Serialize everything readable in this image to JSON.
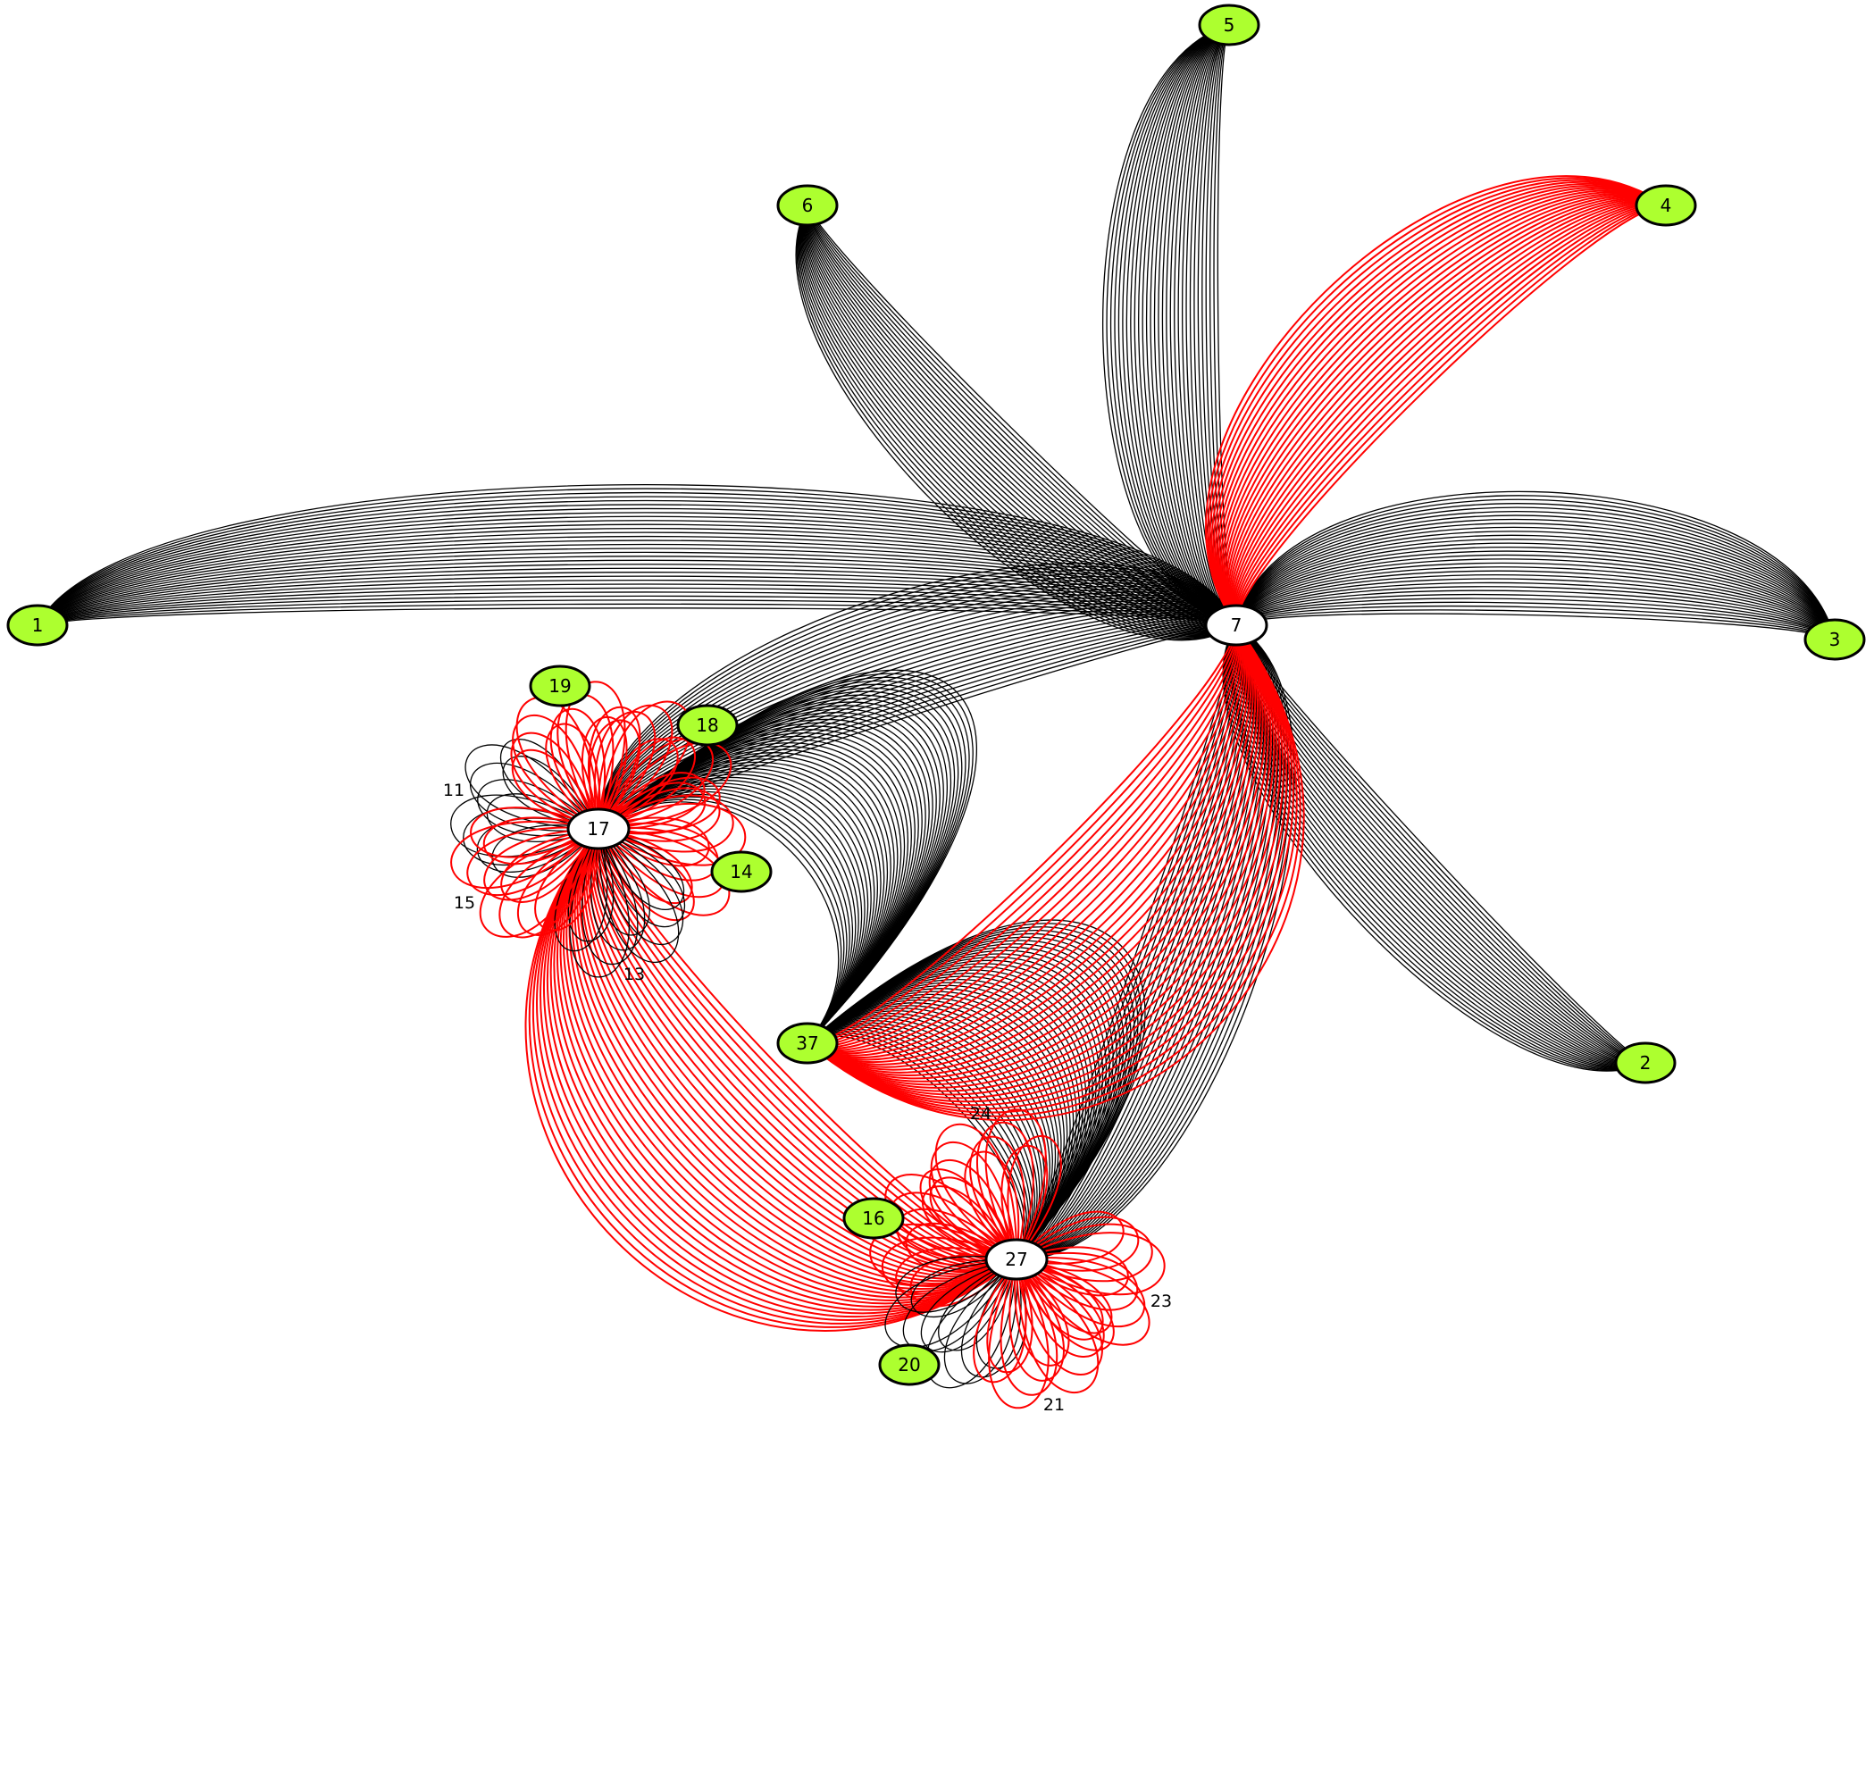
{
  "colors": {
    "node_fill_green": "#adff2f",
    "node_fill_white": "#ffffff",
    "node_stroke": "#000000",
    "edge_black": "#000000",
    "edge_red": "#ff0000"
  },
  "nodes": [
    {
      "id": "1",
      "label": "1",
      "style": "green"
    },
    {
      "id": "2",
      "label": "2",
      "style": "green"
    },
    {
      "id": "3",
      "label": "3",
      "style": "green"
    },
    {
      "id": "4",
      "label": "4",
      "style": "green"
    },
    {
      "id": "5",
      "label": "5",
      "style": "green"
    },
    {
      "id": "6",
      "label": "6",
      "style": "green"
    },
    {
      "id": "7",
      "label": "7",
      "style": "white"
    },
    {
      "id": "11",
      "label": "11",
      "style": "plain"
    },
    {
      "id": "13",
      "label": "13",
      "style": "plain"
    },
    {
      "id": "14",
      "label": "14",
      "style": "green"
    },
    {
      "id": "15",
      "label": "15",
      "style": "plain"
    },
    {
      "id": "16",
      "label": "16",
      "style": "green"
    },
    {
      "id": "17",
      "label": "17",
      "style": "white"
    },
    {
      "id": "18",
      "label": "18",
      "style": "green"
    },
    {
      "id": "19",
      "label": "19",
      "style": "green"
    },
    {
      "id": "20",
      "label": "20",
      "style": "green"
    },
    {
      "id": "21",
      "label": "21",
      "style": "plain"
    },
    {
      "id": "23",
      "label": "23",
      "style": "plain"
    },
    {
      "id": "24",
      "label": "24",
      "style": "plain"
    },
    {
      "id": "27",
      "label": "27",
      "style": "white"
    },
    {
      "id": "37",
      "label": "37",
      "style": "green"
    }
  ],
  "edge_bundles": [
    {
      "source": "1",
      "target": "7",
      "color": "black"
    },
    {
      "source": "3",
      "target": "7",
      "color": "black"
    },
    {
      "source": "5",
      "target": "7",
      "color": "black"
    },
    {
      "source": "6",
      "target": "7",
      "color": "black"
    },
    {
      "source": "2",
      "target": "7",
      "color": "black"
    },
    {
      "source": "4",
      "target": "7",
      "color": "red"
    },
    {
      "source": "17",
      "target": "7",
      "color": "black"
    },
    {
      "source": "27",
      "target": "7",
      "color": "black"
    },
    {
      "source": "17",
      "target": "37",
      "color": "black"
    },
    {
      "source": "27",
      "target": "37",
      "color": "black"
    },
    {
      "source": "17",
      "target": "27",
      "color": "red"
    },
    {
      "source": "7",
      "target": "37",
      "color": "red"
    }
  ],
  "cluster_loops": [
    {
      "center": "17",
      "leaf": "11",
      "color": "black"
    },
    {
      "center": "17",
      "leaf": "19",
      "color": "red"
    },
    {
      "center": "17",
      "leaf": "18",
      "color": "red"
    },
    {
      "center": "17",
      "leaf": "14",
      "color": "red"
    },
    {
      "center": "17",
      "leaf": "13",
      "color": "black"
    },
    {
      "center": "17",
      "leaf": "15",
      "color": "red"
    },
    {
      "center": "27",
      "leaf": "24",
      "color": "red"
    },
    {
      "center": "27",
      "leaf": "16",
      "color": "red"
    },
    {
      "center": "27",
      "leaf": "20",
      "color": "black"
    },
    {
      "center": "27",
      "leaf": "21",
      "color": "red"
    },
    {
      "center": "27",
      "leaf": "23",
      "color": "red"
    }
  ]
}
